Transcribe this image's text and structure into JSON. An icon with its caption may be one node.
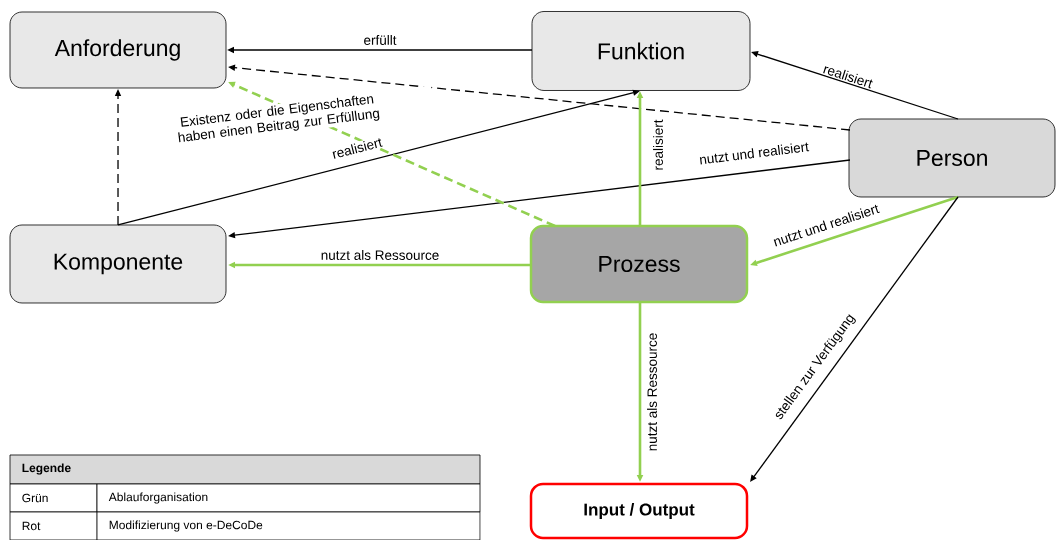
{
  "diagram": {
    "nodes": [
      {
        "text": [
          "Anforderung"
        ]
      },
      {
        "text": [
          "Funktion"
        ]
      },
      {
        "text": [
          "Person"
        ]
      },
      {
        "text": [
          "Komponente"
        ]
      },
      {
        "text": [
          "Prozess"
        ]
      },
      {
        "text": [
          "Input / Output"
        ]
      }
    ],
    "edges": [
      {
        "from": 1,
        "to": 0,
        "arrow": "to",
        "label": "erfüllt"
      },
      {
        "from": 2,
        "to": 0,
        "arrow": "to",
        "style": "dashed"
      },
      {
        "from": 2,
        "to": 1,
        "arrow": "to",
        "label": "realisiert"
      },
      {
        "from": 3,
        "to": 0,
        "arrow": "to",
        "style": "dashed"
      },
      {
        "from": 3,
        "to": 1,
        "arrow": "to",
        "label": "realisiert"
      },
      {
        "from": 2,
        "to": 3,
        "arrow": "to",
        "label": "nutzt und realisiert"
      },
      {
        "from": 4,
        "to": 3,
        "arrow": "to",
        "label": "nutzt als Ressource",
        "color": "#92d050"
      },
      {
        "from": 4,
        "to": 1,
        "arrow": "to",
        "label": "realisiert",
        "color": "#92d050"
      },
      {
        "from": 4,
        "to": 0,
        "arrow": "to",
        "label": "Existenz oder die Eigenschaften haben einen Beitrag zur Erfüllung",
        "style": "dashed",
        "color": "#92d050"
      },
      {
        "from": 2,
        "to": 4,
        "arrow": "to",
        "label": "nutzt und realisiert",
        "color": "#92d050"
      },
      {
        "from": 4,
        "to": 5,
        "arrow": "to",
        "label": "nutzt als Ressource",
        "color": "#92d050"
      },
      {
        "from": 2,
        "to": 5,
        "arrow": "to",
        "label": "stellen zur Verfügung"
      }
    ],
    "labels": [
      "Legende",
      "Grün",
      "Ablauforganisation",
      "Rot",
      "Modifizierung von e-DeCoDe"
    ]
  }
}
